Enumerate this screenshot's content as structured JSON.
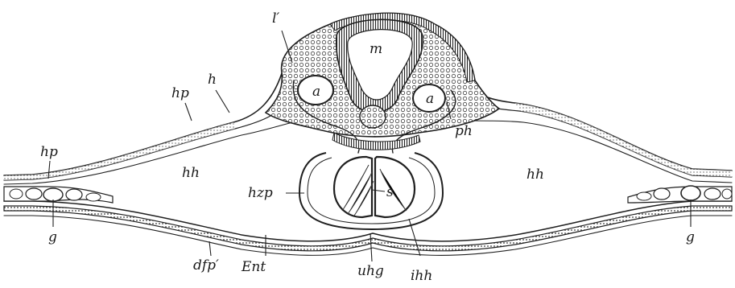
{
  "figure": {
    "labels": {
      "l_prime": "l′",
      "m": "m",
      "a_left": "a",
      "a_right": "a",
      "h": "h",
      "hp_upper": "hp",
      "hp_left": "hp",
      "hh_left": "hh",
      "hh_right": "hh",
      "hzp": "hzp",
      "s": "s",
      "ph": "ph",
      "g_left": "g",
      "g_right": "g",
      "dfp": "dfp′",
      "ent": "Ent",
      "uhg": "uhg",
      "ihh": "ihh"
    }
  }
}
